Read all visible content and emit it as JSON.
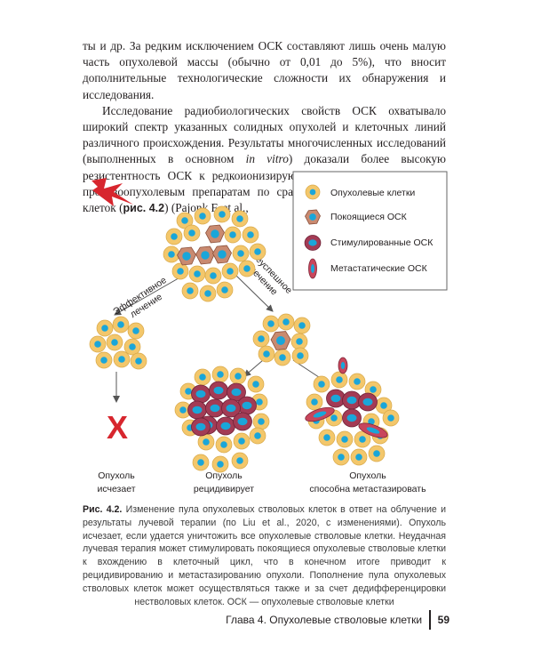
{
  "body": {
    "p1": "ты и др. За редким исключением ОСК составляют лишь очень малую часть опухолевой массы (обычно от 0,01 до 5%), что вносит дополнительные технологические сложности их обнаружения и исследования.",
    "p2_a": "Исследование радиобиологических свойств ОСК охватывало широкий спектр указанных солидных опухолей и клеточных линий различного происхождения. Результаты многочисленных исследований (выполненных в основном ",
    "p2_italic": "in vitro",
    "p2_b": ") доказали более высокую резистентность ОСК к редкоионизирующему излучению и многим противоопухолевым препаратам по сравнению с остальной массой клеток (",
    "p2_ref": "рис. 4.2",
    "p2_c": ") (Pajonk F. et al.,"
  },
  "figure": {
    "legend": [
      {
        "label": "Опухолевые клетки"
      },
      {
        "label": "Покоящиеся ОСК"
      },
      {
        "label": "Стимулированные ОСК"
      },
      {
        "label": "Метастатические ОСК"
      }
    ],
    "arrow_left": [
      "Эффективное",
      "лечение"
    ],
    "arrow_right": [
      "Неуспешное",
      "лечение"
    ],
    "fail_mark": "X",
    "outcomes": {
      "left": [
        "Опухоль",
        "исчезает"
      ],
      "middle": [
        "Опухоль",
        "рецидивирует"
      ],
      "right": [
        "Опухоль",
        "способна метастазировать"
      ]
    },
    "colors": {
      "cell_fill": "#f3c76b",
      "cell_nucleus": "#1aa6d9",
      "quiescent": "#c98a70",
      "stimulated": "#a33b55",
      "metastatic": "#c8465c",
      "lightning": "#d7262e",
      "x_mark": "#d7262e"
    }
  },
  "caption": {
    "label": "Рис. 4.2.",
    "text": " Изменение пула опухолевых стволовых клеток в ответ на облучение и результаты лучевой терапии (по Liu et al., 2020, с изменениями). Опухоль исчезает, если удается уничтожить все опухолевые стволовые клетки. Неудачная лучевая терапия может стимулировать покоящиеся опухолевые стволовые клетки к вхождению в клеточный цикл, что в конечном итоге приводит к рецидивированию и метастазированию опухоли. Пополнение пула опухолевых стволовых клеток может осуществляться также и за счет дедифференцировки нестволовых клеток. ОСК — опухолевые стволовые клетки"
  },
  "footer": {
    "chapter": "Глава 4. Опухолевые стволовые клетки",
    "page": "59"
  }
}
